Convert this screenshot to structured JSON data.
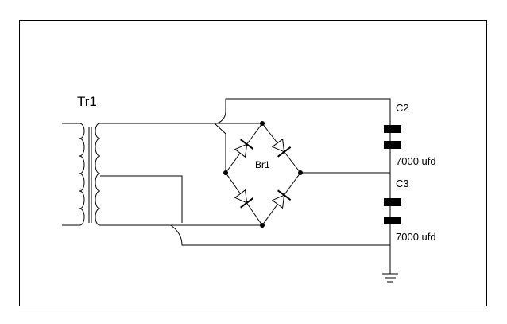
{
  "transformer": {
    "label": "Tr1"
  },
  "bridge": {
    "label": "Br1"
  },
  "capacitors": [
    {
      "name": "C2",
      "value": "7000 ufd"
    },
    {
      "name": "C3",
      "value": "7000 ufd"
    }
  ],
  "colors": {
    "line": "#000000",
    "background": "#ffffff"
  },
  "symbols": [
    "transformer",
    "bridge-rectifier",
    "capacitor",
    "capacitor",
    "ground"
  ]
}
